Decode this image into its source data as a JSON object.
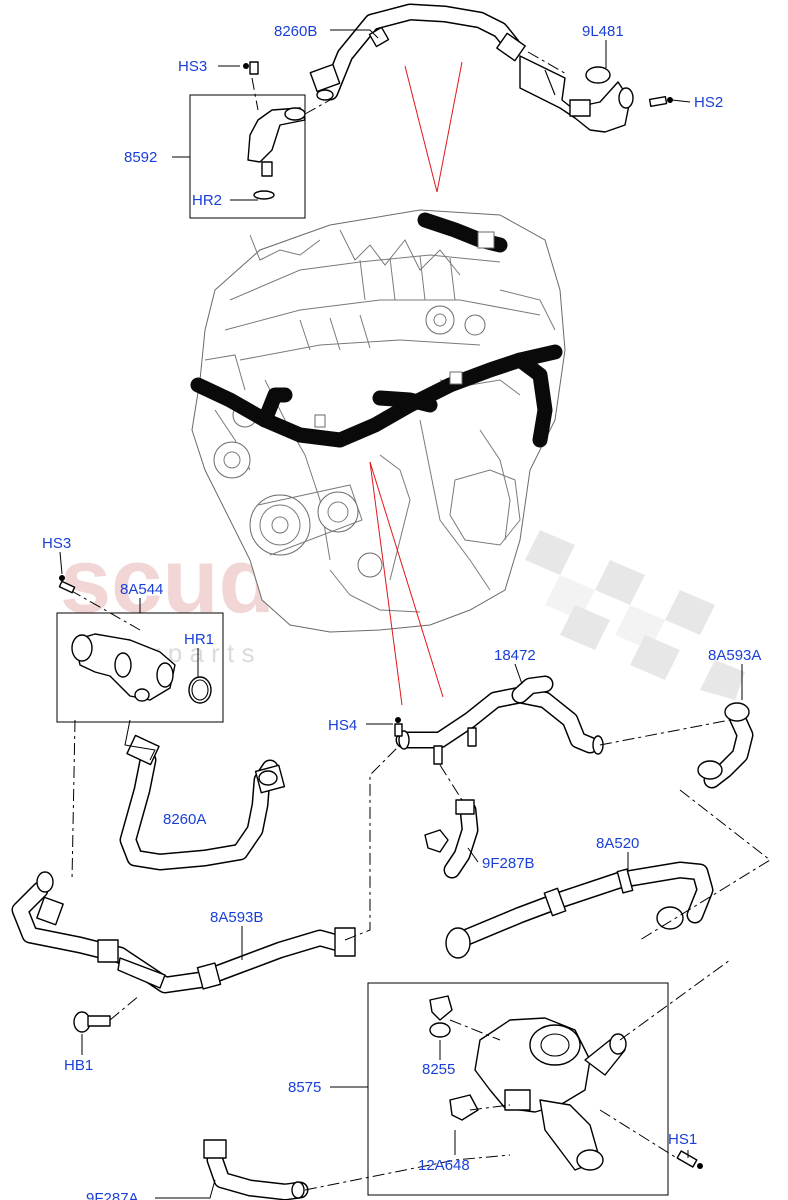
{
  "watermark": {
    "brand": "scuderia",
    "sub": "c a r   p a r t s"
  },
  "callouts": {
    "c_8260B": "8260B",
    "c_9L481": "9L481",
    "c_HS3_top": "HS3",
    "c_HS2": "HS2",
    "c_8592": "8592",
    "c_HR2": "HR2",
    "c_HS3_mid": "HS3",
    "c_8A544": "8A544",
    "c_HR1": "HR1",
    "c_18472": "18472",
    "c_8A593A": "8A593A",
    "c_HS4": "HS4",
    "c_8260A": "8260A",
    "c_9F287B": "9F287B",
    "c_8A520": "8A520",
    "c_8A593B": "8A593B",
    "c_HB1": "HB1",
    "c_8255": "8255",
    "c_8575": "8575",
    "c_12A648": "12A648",
    "c_HS1": "HS1",
    "c_9F287A": "9F287A"
  },
  "colors": {
    "label": "#1a3fd6",
    "red_line": "#e0161b",
    "watermark": "#e8b6b6"
  }
}
